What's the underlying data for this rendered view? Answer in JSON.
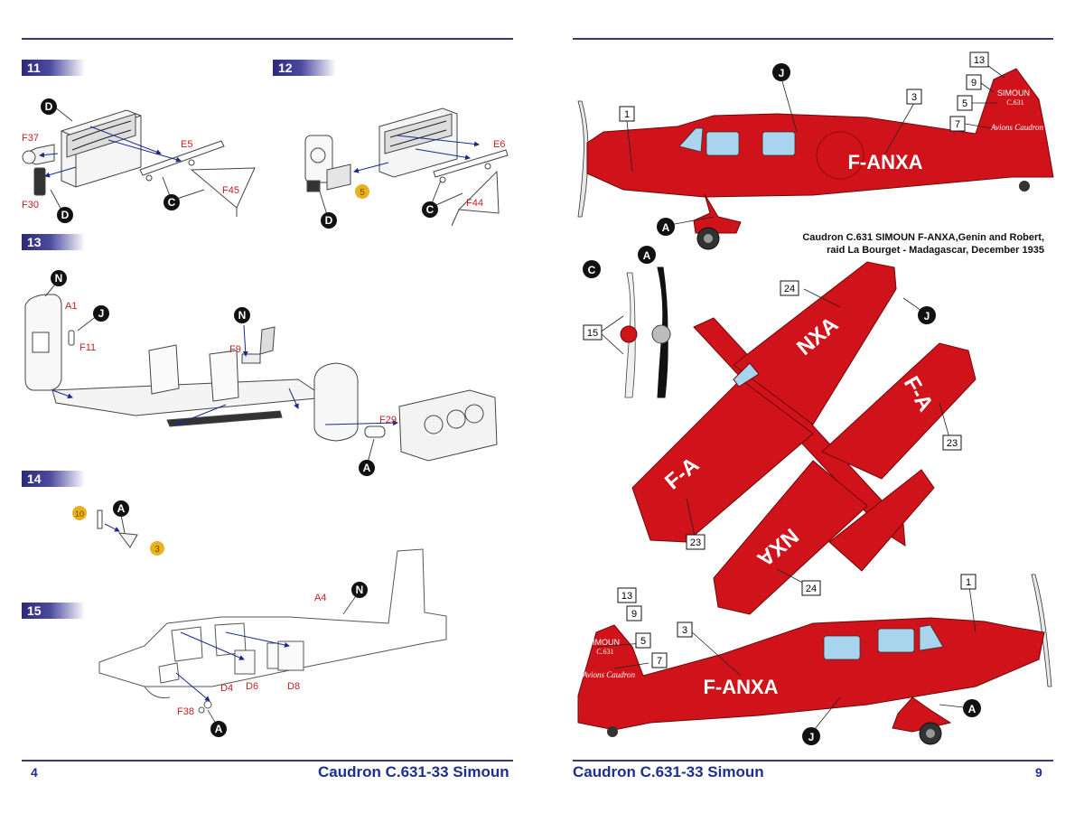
{
  "left_page": {
    "number": "4",
    "title": "Caudron C.631-33 Simoun",
    "steps": [
      {
        "id": "11",
        "label": "11"
      },
      {
        "id": "12",
        "label": "12"
      },
      {
        "id": "13",
        "label": "13"
      },
      {
        "id": "14",
        "label": "14"
      },
      {
        "id": "15",
        "label": "15"
      }
    ],
    "part_labels": {
      "F37": "F37",
      "E5": "E5",
      "F30": "F30",
      "F45": "F45",
      "E6": "E6",
      "F44": "F44",
      "A1": "A1",
      "F11": "F11",
      "F9": "F9",
      "F29": "F29",
      "A4": "A4",
      "D4": "D4",
      "D6": "D6",
      "D8": "D8",
      "F38": "F38"
    },
    "letter_callouts": {
      "D": "D",
      "C": "C",
      "N": "N",
      "J": "J",
      "A": "A"
    },
    "paint_refs": {
      "five": "5",
      "ten": "10",
      "three": "3"
    }
  },
  "right_page": {
    "number": "9",
    "title": "Caudron C.631-33 Simoun",
    "caption_line1": "Caudron C.631 SIMOUN F-ANXA,Genin and Robert,",
    "caption_line2": "raid La Bourget - Madagascar, December 1935",
    "registration": "F-ANXA",
    "reg_top_1": "NXA",
    "reg_top_2": "F-A",
    "reg_under_1": "F-A",
    "reg_under_2": "NXA",
    "tail_text_1": "SIMOUN",
    "tail_text_2": "C.631",
    "tail_text_3": "Avions Caudron",
    "decal_numbers": {
      "n1": "1",
      "n3": "3",
      "n5": "5",
      "n7": "7",
      "n9": "9",
      "n13": "13",
      "n15": "15",
      "n23": "23",
      "n24": "24"
    },
    "letter_callouts": {
      "J": "J",
      "A": "A",
      "C": "C"
    }
  },
  "colors": {
    "accent": "#3b3a6e",
    "aircraft_red": "#d0121b",
    "part_label_red": "#c81e1e",
    "title_blue": "#1f2f8f",
    "paint_yellow": "#e8b21f",
    "window_blue": "#a9d4ee"
  }
}
